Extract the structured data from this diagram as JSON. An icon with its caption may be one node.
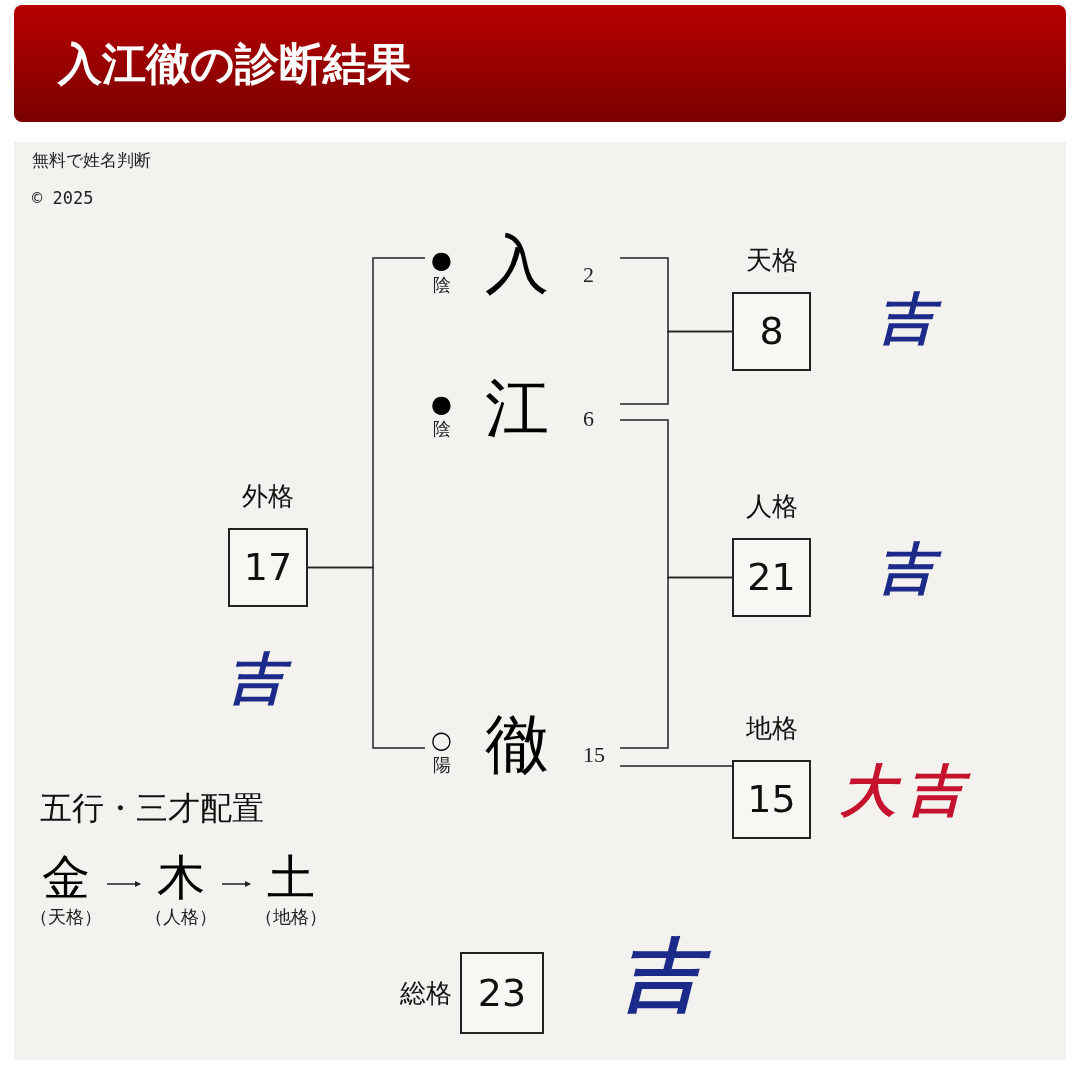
{
  "diagram": {
    "title": "入江徹の診断結果",
    "nodes": [
      {
        "text": [
          "入"
        ],
        "beside": [
          "●",
          "陰",
          "2"
        ]
      },
      {
        "text": [
          "江"
        ],
        "beside": [
          "●",
          "陰",
          "6"
        ]
      },
      {
        "text": [
          "徹"
        ],
        "beside": [
          "○",
          "陽",
          "15"
        ]
      },
      {
        "text": [
          "天格",
          "8"
        ],
        "beside": [
          "吉"
        ]
      },
      {
        "text": [
          "人格",
          "21"
        ],
        "beside": [
          "吉"
        ]
      },
      {
        "text": [
          "地格",
          "15"
        ],
        "beside": [
          "大吉"
        ]
      },
      {
        "text": [
          "外格",
          "17"
        ],
        "beside": [
          "吉"
        ]
      },
      {
        "text": [
          "総格",
          "23"
        ],
        "beside": [
          "吉"
        ]
      },
      {
        "text": [
          "金",
          "（天格）"
        ]
      },
      {
        "text": [
          "木",
          "（人格）"
        ]
      },
      {
        "text": [
          "土",
          "（地格）"
        ]
      }
    ],
    "edges": [
      {
        "from": 0,
        "to": 3,
        "arrow": "none"
      },
      {
        "from": 1,
        "to": 3,
        "arrow": "none"
      },
      {
        "from": 1,
        "to": 4,
        "arrow": "none"
      },
      {
        "from": 2,
        "to": 4,
        "arrow": "none"
      },
      {
        "from": 2,
        "to": 5,
        "arrow": "none"
      },
      {
        "from": 0,
        "to": 6,
        "arrow": "none"
      },
      {
        "from": 2,
        "to": 6,
        "arrow": "none"
      },
      {
        "from": 8,
        "to": 9,
        "arrow": "to"
      },
      {
        "from": 9,
        "to": 10,
        "arrow": "to"
      }
    ],
    "labels": [
      "無料で姓名判断",
      "© 2025",
      "五行・三才配置"
    ]
  }
}
